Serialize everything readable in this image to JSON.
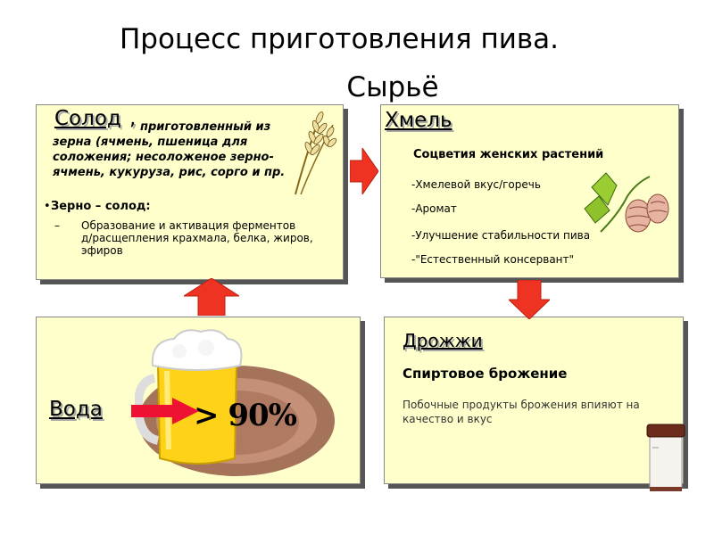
{
  "title_line1": "Процесс приготовления пива.",
  "title_line2": "Сырьё",
  "malt": {
    "heading": "Солод",
    "comma": ",",
    "desc_line1": "приготовленный из",
    "desc_line2": "зерна (ячмень, пшеница для",
    "desc_line3": "соложения; несоложеное зерно-",
    "desc_line4": "ячмень, кукуруза, рис, сорго и пр.",
    "bullet": "Зерно – солод:",
    "dash": "–",
    "sub_line1": "Образование и активация ферментов",
    "sub_line2": "д/расщепления крахмала, белка, жиров,",
    "sub_line3": "эфиров"
  },
  "hops": {
    "heading": "Хмель",
    "subtitle": "Соцветия женских растений",
    "items": [
      "-Хмелевой вкус/горечь",
      "-Аромат",
      "-Улучшение стабильности пива",
      "-\"Естественный консервант\""
    ]
  },
  "water": {
    "heading": "Вода",
    "percent": "> 90%"
  },
  "yeast": {
    "heading": "Дрожжи",
    "subtitle": "Спиртовое брожение",
    "note_line1": "Побочные продукты брожения впияют на",
    "note_line2": "качество и вкус"
  },
  "colors": {
    "box_bg": "#ffffcc",
    "arrow": "#ee3322",
    "beer": "#ffd21a"
  }
}
